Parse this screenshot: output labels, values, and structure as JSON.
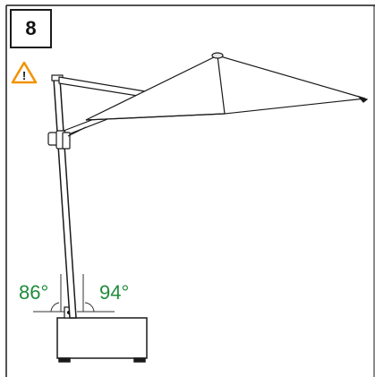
{
  "step": {
    "number": "8"
  },
  "warning": {
    "icon": "warning-triangle-icon",
    "symbol": "!",
    "color": "#f39200"
  },
  "angles": {
    "left": "86°",
    "right": "94°",
    "color": "#1f8b3b"
  }
}
